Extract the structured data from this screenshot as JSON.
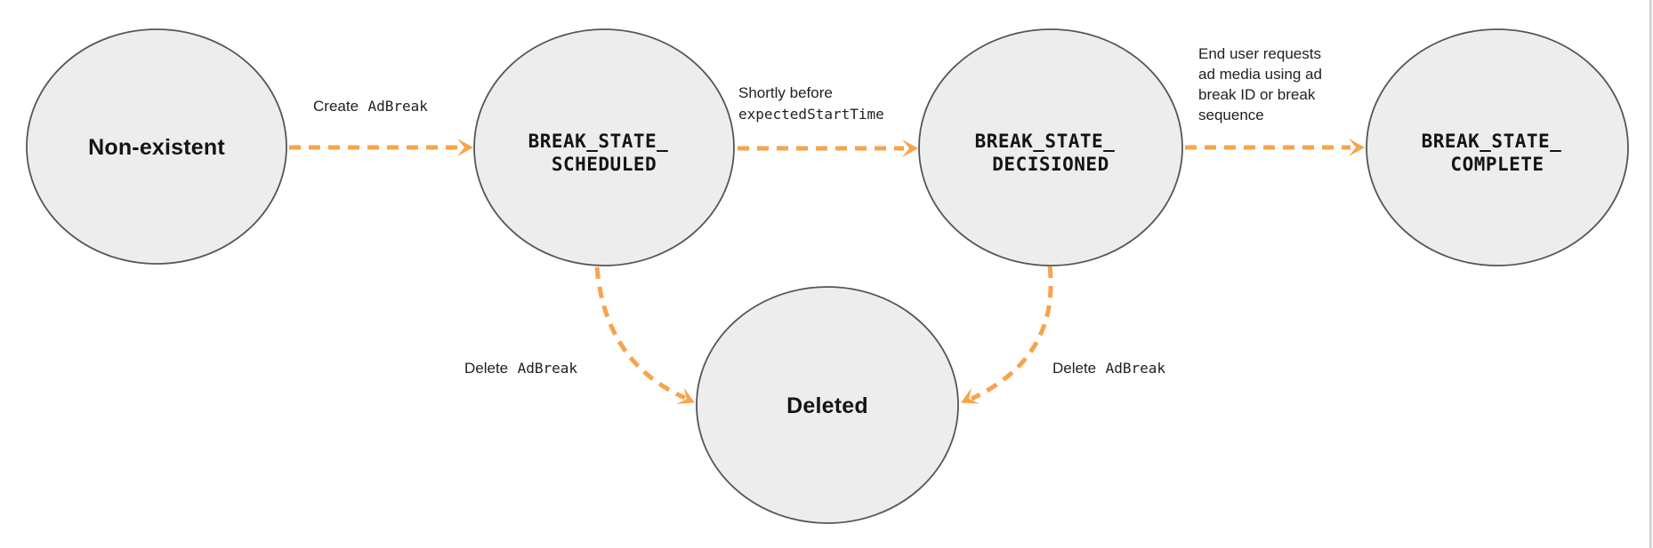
{
  "diagram": {
    "kind": "ad-break-state-diagram",
    "states": [
      {
        "id": "non-existent",
        "label": "Non-existent"
      },
      {
        "id": "break-state-scheduled",
        "line1": "BREAK_STATE_",
        "line2": "SCHEDULED"
      },
      {
        "id": "break-state-decisioned",
        "line1": "BREAK_STATE_",
        "line2": "DECISIONED"
      },
      {
        "id": "break-state-complete",
        "line1": "BREAK_STATE_",
        "line2": "COMPLETE"
      },
      {
        "id": "deleted",
        "label": "Deleted"
      }
    ],
    "transitions": [
      {
        "from": "Non-existent",
        "to": "BREAK_STATE_SCHEDULED",
        "label_text": "Create",
        "label_code": "AdBreak"
      },
      {
        "from": "BREAK_STATE_SCHEDULED",
        "to": "BREAK_STATE_DECISIONED",
        "label_line1": "Shortly before",
        "label_line2_code": "expectedStartTime"
      },
      {
        "from": "BREAK_STATE_DECISIONED",
        "to": "BREAK_STATE_COMPLETE",
        "label_lines": [
          "End user requests",
          "ad media using ad",
          "break ID or break",
          "sequence"
        ]
      },
      {
        "from": "BREAK_STATE_SCHEDULED",
        "to": "Deleted",
        "label_text": "Delete",
        "label_code": "AdBreak"
      },
      {
        "from": "BREAK_STATE_DECISIONED",
        "to": "Deleted",
        "label_text": "Delete",
        "label_code": "AdBreak"
      }
    ],
    "colors": {
      "node_fill": "#EDEDEE",
      "node_stroke": "#56565A",
      "arrow_orange": "#F7A44C",
      "label_text": "#202124"
    }
  }
}
